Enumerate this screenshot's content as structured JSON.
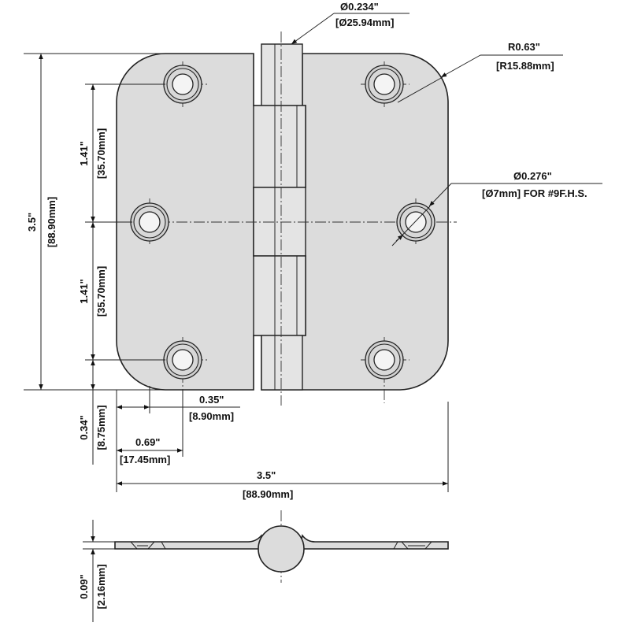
{
  "colors": {
    "plate": "#dcdcdc",
    "line": "#222222",
    "text": "#111111"
  },
  "labels": {
    "pin_dia_in": "Ø0.234\"",
    "pin_dia_mm": "[Ø25.94mm]",
    "radius_in": "R0.63\"",
    "radius_mm": "[R15.88mm]",
    "hole_dia_in": "Ø0.276\"",
    "hole_dia_mm": "[Ø7mm] FOR  #9F.H.S.",
    "height_in": "3.5\"",
    "height_mm": "[88.90mm]",
    "spacing_top_in": "1.41\"",
    "spacing_top_mm": "[35.70mm]",
    "spacing_bottom_in": "1.41\"",
    "spacing_bottom_mm": "[35.70mm]",
    "edge_h_in": "0.35\"",
    "edge_h_mm": "[8.90mm]",
    "edge_v_in": "0.34\"",
    "edge_v_mm": "[8.75mm]",
    "mid_hole_in": "0.69\"",
    "mid_hole_mm": "[17.45mm]",
    "width_in": "3.5\"",
    "width_mm": "[88.90mm]",
    "thickness_in": "0.09\"",
    "thickness_mm": "[2.16mm]"
  }
}
